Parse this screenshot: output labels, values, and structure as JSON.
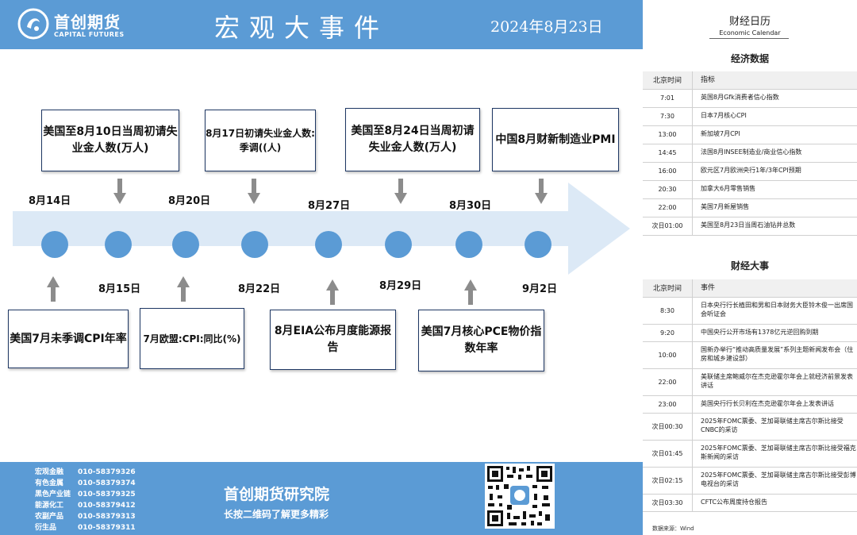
{
  "header": {
    "logo_cn": "首创期货",
    "logo_en": "CAPITAL FUTURES",
    "title": "宏观大事件",
    "date": "2024年8月23日"
  },
  "timeline": {
    "top_events": [
      "美国至8月10日当周初请失业金人数(万人)",
      "8月17日初请失业金人数:季调((人)",
      "美国至8月24日当周初请失业金人数(万人)",
      "中国8月财新制造业PMI"
    ],
    "top_dates": [
      "8月14日",
      "8月20日",
      "8月27日",
      "8月30日"
    ],
    "bottom_dates": [
      "8月15日",
      "8月22日",
      "8月29日",
      "9月2日"
    ],
    "bottom_events": [
      "美国7月未季调CPI年率",
      "7月欧盟:CPI:同比(%)",
      "8月EIA公布月度能源报告",
      "美国7月核心PCE物价指数年率"
    ]
  },
  "footer": {
    "contacts": [
      {
        "dept": "宏观金融",
        "phone": "010-58379326"
      },
      {
        "dept": "有色金属",
        "phone": "010-58379374"
      },
      {
        "dept": "黑色产业链",
        "phone": "010-58379325"
      },
      {
        "dept": "能源化工",
        "phone": "010-58379412"
      },
      {
        "dept": "农副产品",
        "phone": "010-58379313"
      },
      {
        "dept": "衍生品",
        "phone": "010-58379311"
      }
    ],
    "title": "首创期货研究院",
    "subtitle": "长按二维码了解更多精彩"
  },
  "calendar": {
    "title": "财经日历",
    "subtitle": "Economic Calendar",
    "data_section": "经济数据",
    "data_headers": {
      "time": "北京时间",
      "item": "指标"
    },
    "data_rows": [
      {
        "time": "7:01",
        "item": "英国8月Gfk消费者信心指数"
      },
      {
        "time": "7:30",
        "item": "日本7月核心CPI"
      },
      {
        "time": "13:00",
        "item": "新加坡7月CPI"
      },
      {
        "time": "14:45",
        "item": "法国8月INSEE制造业/商业信心指数"
      },
      {
        "time": "16:00",
        "item": "欧元区7月欧洲央行1年/3年CPI预期"
      },
      {
        "time": "20:30",
        "item": "加拿大6月零售销售"
      },
      {
        "time": "22:00",
        "item": "美国7月新屋销售"
      },
      {
        "time": "次日01:00",
        "item": "美国至8月23日当周石油钻井总数"
      }
    ],
    "events_section": "财经大事",
    "events_headers": {
      "time": "北京时间",
      "item": "事件"
    },
    "event_rows": [
      {
        "time": "8:30",
        "item": "日本央行行长植田和男和日本财务大臣铃木俊一出席国会听证会"
      },
      {
        "time": "9:20",
        "item": "中国央行公开市场有1378亿元逆回购到期"
      },
      {
        "time": "10:00",
        "item": "国新办举行“推动高质量发展”系列主题新闻发布会（住房和城乡建设部）"
      },
      {
        "time": "22:00",
        "item": "美联储主席鲍威尔在杰克逊霍尔年会上就经济前景发表讲话"
      },
      {
        "time": "23:00",
        "item": "英国央行行长贝利在杰克逊霍尔年会上发表讲话"
      },
      {
        "time": "次日00:30",
        "item": "2025年FOMC票委、芝加哥联储主席古尔斯比接受CNBC的采访"
      },
      {
        "time": "次日01:45",
        "item": "2025年FOMC票委、芝加哥联储主席古尔斯比接受福克斯新闻的采访"
      },
      {
        "time": "次日02:15",
        "item": "2025年FOMC票委、芝加哥联储主席古尔斯比接受彭博电视台的采访"
      },
      {
        "time": "次日03:30",
        "item": "CFTC公布周度持仓报告"
      }
    ],
    "source": "数据来源：Wind"
  },
  "colors": {
    "brand_blue": "#5b9bd5",
    "arrow_fill": "#dbe8f5",
    "box_border": "#1f3864"
  }
}
